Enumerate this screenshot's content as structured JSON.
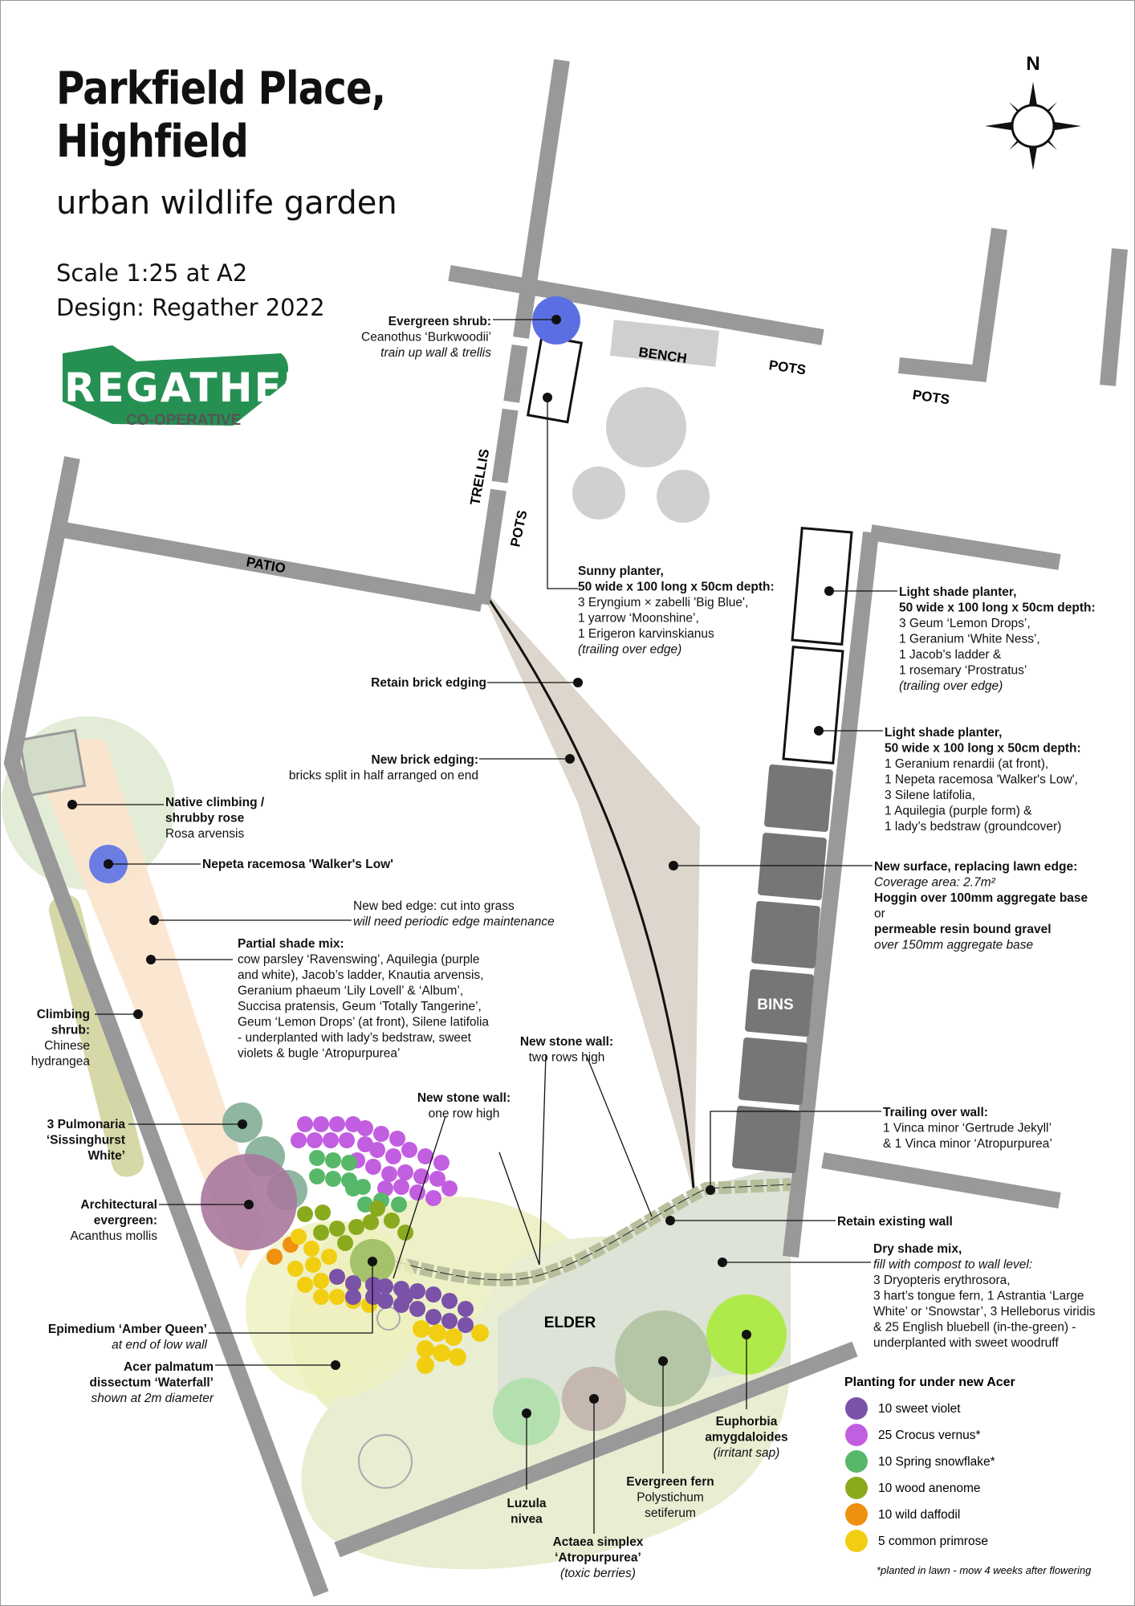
{
  "header": {
    "title_line1": "Parkfield Place,",
    "title_line2": "Highfield",
    "subtitle": "urban wildlife garden",
    "scale": "Scale 1:25 at A2",
    "design": "Design: Regather 2022"
  },
  "logo": {
    "word": "REGATHER",
    "tagline": "CO-OPERATIVE",
    "green": "#1a8a4a",
    "light_green": "#c9e07a"
  },
  "compass": {
    "north": "N"
  },
  "areas": {
    "bench": "BENCH",
    "pots_1": "POTS",
    "pots_2": "POTS",
    "pots_3": "POTS",
    "trellis": "TRELLIS",
    "patio": "PATIO",
    "bins": "BINS",
    "elder": "ELDER"
  },
  "labels": {
    "evergreen_shrub": [
      "Evergreen shrub:",
      "Ceanothus ‘Burkwoodii’",
      "train up wall & trellis"
    ],
    "sunny_planter": [
      "Sunny planter,",
      "50 wide x 100 long x 50cm depth:",
      "3 Eryngium × zabelli 'Big Blue',",
      "1 yarrow ‘Moonshine’,",
      "1 Erigeron karvinskianus",
      "(trailing over edge)"
    ],
    "light_shade_1": [
      "Light shade planter,",
      "50 wide x 100 long x 50cm depth:",
      "3 Geum ‘Lemon Drops’,",
      "1 Geranium ‘White Ness’,",
      "1 Jacob’s ladder &",
      "1 rosemary ‘Prostratus’",
      "(trailing over edge)"
    ],
    "light_shade_2": [
      "Light shade planter,",
      "50 wide x 100 long x 50cm depth:",
      "1 Geranium renardii (at front),",
      "1 Nepeta racemosa 'Walker's Low',",
      "3 Silene latifolia,",
      "1 Aquilegia (purple form) &",
      "1 lady’s bedstraw (groundcover)"
    ],
    "retain_brick": [
      "Retain brick edging"
    ],
    "new_brick": [
      "New brick edging:",
      "bricks split in half arranged on end"
    ],
    "native_rose": [
      "Native climbing /",
      "shrubby rose",
      "Rosa arvensis"
    ],
    "nepeta": [
      "Nepeta racemosa 'Walker's Low'"
    ],
    "new_bed_edge": [
      "New bed edge: cut into grass",
      "will need periodic edge maintenance"
    ],
    "partial_shade": [
      "Partial shade mix:",
      "cow parsley ‘Ravenswing’, Aquilegia (purple",
      "and white), Jacob’s ladder, Knautia arvensis,",
      "Geranium phaeum ‘Lily Lovell’ & ‘Album’,",
      "Succisa pratensis, Geum ‘Totally Tangerine’,",
      "Geum ‘Lemon Drops’ (at front), Silene latifolia",
      "- underplanted with lady’s bedstraw, sweet",
      "violets & bugle ‘Atropurpurea’"
    ],
    "new_surface": [
      "New surface, replacing lawn edge:",
      "Coverage area: 2.7m²",
      "Hoggin over 100mm aggregate base",
      "or",
      "permeable resin bound gravel",
      "over 150mm aggregate base"
    ],
    "climbing_shrub": [
      "Climbing",
      "shrub:",
      "Chinese",
      "hydrangea"
    ],
    "stone_wall_two": [
      "New stone wall:",
      "two rows high"
    ],
    "stone_wall_one": [
      "New stone wall:",
      "one row high"
    ],
    "pulmonaria": [
      "3 Pulmonaria",
      "‘Sissinghurst",
      "White’"
    ],
    "acanthus": [
      "Architectural",
      "evergreen:",
      "Acanthus mollis"
    ],
    "trailing": [
      "Trailing over wall:",
      "1 Vinca minor ‘Gertrude Jekyll’",
      "& 1 Vinca minor ‘Atropurpurea’"
    ],
    "retain_wall": [
      "Retain existing wall"
    ],
    "dry_shade": [
      "Dry shade mix,",
      "fill with compost to wall level:",
      "3 Dryopteris erythrosora,",
      "3 hart’s tongue fern, 1 Astrantia ‘Large",
      "White’ or ‘Snowstar’, 3 Helleborus viridis",
      "& 25 English bluebell (in-the-green) -",
      "underplanted with sweet woodruff"
    ],
    "epimedium": [
      "Epimedium ‘Amber Queen’",
      "at end of low wall"
    ],
    "acer": [
      "Acer palmatum",
      "dissectum ‘Waterfall’",
      "shown at 2m diameter"
    ],
    "euphorbia": [
      "Euphorbia",
      "amygdaloides",
      "(irritant sap)"
    ],
    "fern": [
      "Evergreen fern",
      "Polystichum",
      "setiferum"
    ],
    "luzula": [
      "Luzula",
      "nivea"
    ],
    "actaea": [
      "Actaea simplex",
      "‘Atropurpurea’",
      "(toxic berries)"
    ]
  },
  "legend": {
    "title": "Planting for under new Acer",
    "items": [
      {
        "label": "10 sweet violet",
        "color": "#7a52a8"
      },
      {
        "label": "25 Crocus vernus*",
        "color": "#c25ee0"
      },
      {
        "label": "10 Spring snowflake*",
        "color": "#57b86a"
      },
      {
        "label": "10 wood anenome",
        "color": "#8aaa1e"
      },
      {
        "label": "10 wild daffodil",
        "color": "#ef9010"
      },
      {
        "label": "5 common primrose",
        "color": "#f2ce12"
      }
    ],
    "footnote": "*planted in lawn - mow 4 weeks after flowering"
  }
}
